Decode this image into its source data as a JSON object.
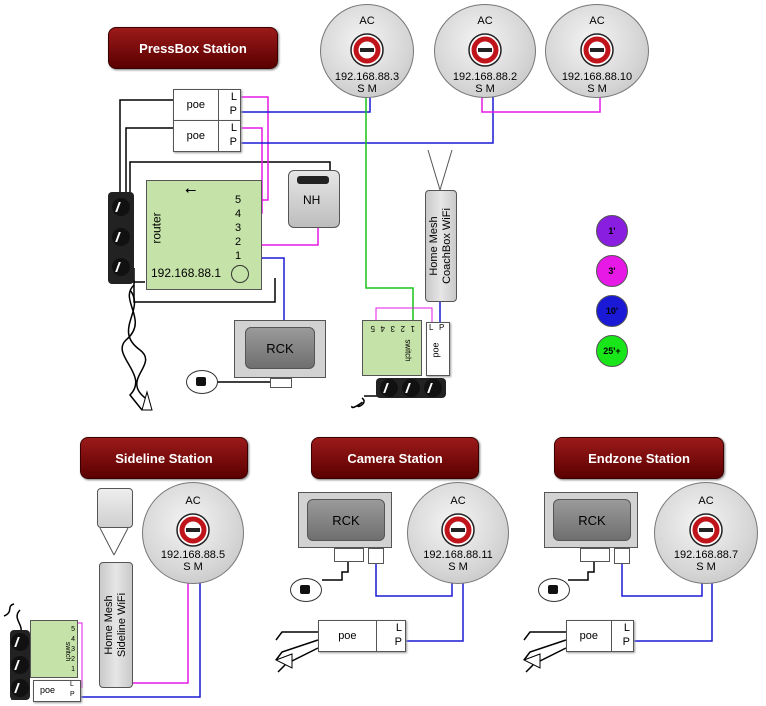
{
  "stations": {
    "pressbox": "PressBox Station",
    "sideline": "Sideline Station",
    "camera": "Camera Station",
    "endzone": "Endzone Station"
  },
  "ac_units": [
    {
      "label": "AC",
      "ip": "192.168.88.3",
      "ports": "S M"
    },
    {
      "label": "AC",
      "ip": "192.168.88.2",
      "ports": "S M"
    },
    {
      "label": "AC",
      "ip": "192.168.88.10",
      "ports": "S M"
    },
    {
      "label": "AC",
      "ip": "192.168.88.5",
      "ports": "S M"
    },
    {
      "label": "AC",
      "ip": "192.168.88.11",
      "ports": "S M"
    },
    {
      "label": "AC",
      "ip": "192.168.88.7",
      "ports": "S M"
    }
  ],
  "poe": {
    "label": "poe",
    "l": "L",
    "p": "P"
  },
  "router": {
    "label": "router",
    "ip": "192.168.88.1",
    "ports": [
      "5",
      "4",
      "3",
      "2",
      "1"
    ]
  },
  "nh": "NH",
  "rck": "RCK",
  "switch": {
    "label": "switch",
    "ports": [
      "5",
      "4",
      "3",
      "2",
      "1"
    ]
  },
  "mesh": {
    "coachbox": "Home Mesh\nCoachBox WiFi",
    "sideline": "Home Mesh\nSideline  WiFi"
  },
  "legend": [
    {
      "label": "1'",
      "color": "#8a1ee0"
    },
    {
      "label": "3'",
      "color": "#e619e6"
    },
    {
      "label": "10'",
      "color": "#1a1ad6"
    },
    {
      "label": "25'+",
      "color": "#19e619"
    }
  ],
  "colors": {
    "green": "#19c219",
    "magenta": "#e619e6",
    "blue": "#1a1ad6",
    "black": "#000000",
    "title_red": "#8b0a0a"
  }
}
